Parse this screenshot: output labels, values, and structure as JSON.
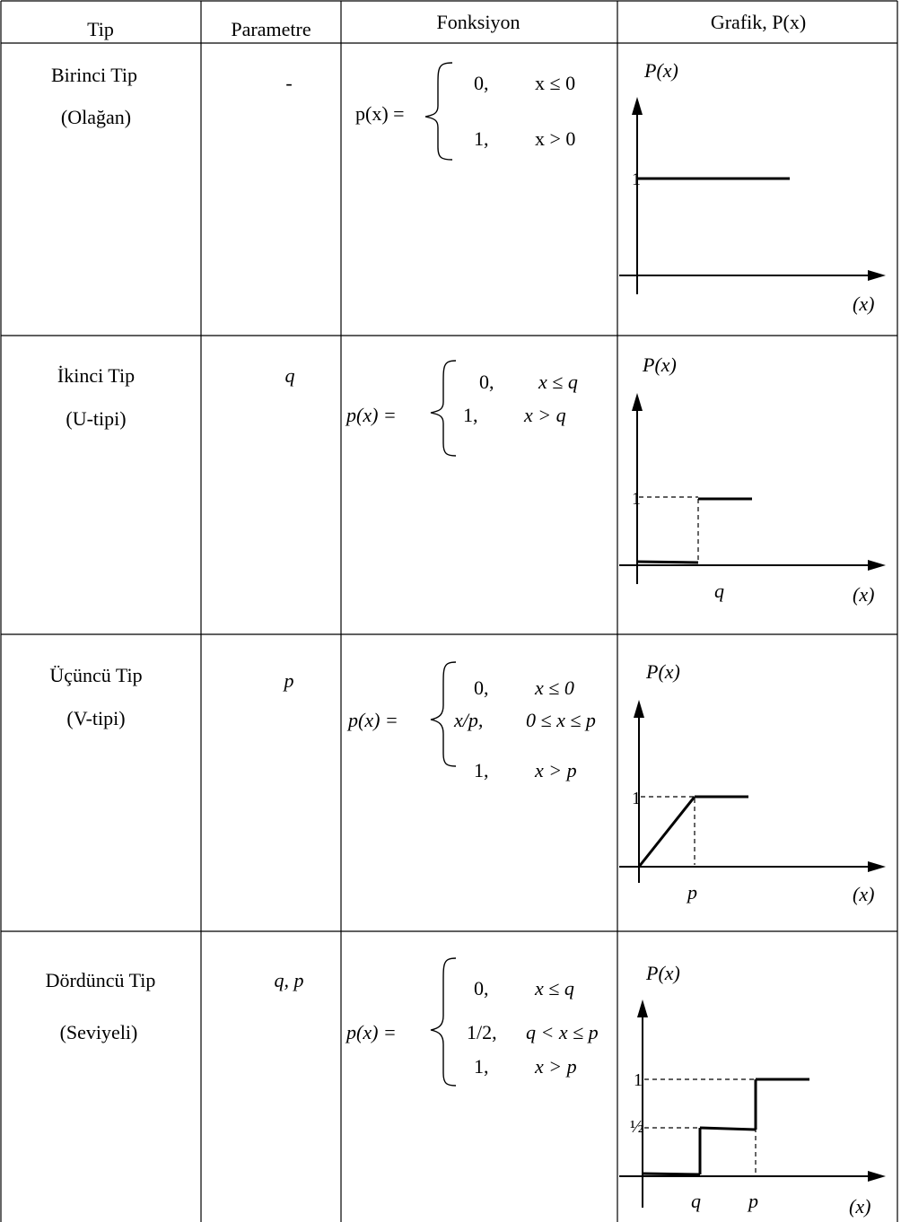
{
  "header": {
    "tip": "Tip",
    "parametre": "Parametre",
    "fonksiyon": "Fonksiyon",
    "grafik": "Grafik, P(x)"
  },
  "rows": [
    {
      "name": "Birinci Tip",
      "subtype": "(Olağan)",
      "parameter": "-",
      "lhs": "p(x) =",
      "cases": [
        {
          "value": "0,",
          "condition": "x ≤ 0"
        },
        {
          "value": "1,",
          "condition": "x > 0"
        }
      ],
      "graph": {
        "y_label": "P(x)",
        "x_label": "(x)",
        "one_label": "1",
        "half_label": ""
      }
    },
    {
      "name": "İkinci Tip",
      "subtype": "(U-tipi)",
      "parameter": "q",
      "lhs": "p(x) =",
      "cases": [
        {
          "value": "0,",
          "condition": "x ≤ q"
        },
        {
          "value": "1,",
          "condition": "x > q"
        }
      ],
      "graph": {
        "y_label": "P(x)",
        "x_label": "(x)",
        "one_label": "1",
        "q_label": "q"
      }
    },
    {
      "name": "Üçüncü Tip",
      "subtype": "(V-tipi)",
      "parameter": "p",
      "lhs": "p(x) =",
      "cases": [
        {
          "value": "0,",
          "condition": "x ≤ 0"
        },
        {
          "value": "x/p,",
          "condition": "0 ≤ x ≤ p"
        },
        {
          "value": "1,",
          "condition": "x > p"
        }
      ],
      "graph": {
        "y_label": "P(x)",
        "x_label": "(x)",
        "one_label": "1",
        "p_label": "p"
      }
    },
    {
      "name": "Dördüncü Tip",
      "subtype": "(Seviyeli)",
      "parameter": "q, p",
      "lhs": "p(x) =",
      "cases": [
        {
          "value": "0,",
          "condition": "x ≤ q"
        },
        {
          "value": "1/2,",
          "condition": "q < x ≤ p"
        },
        {
          "value": "1,",
          "condition": "x > p"
        }
      ],
      "graph": {
        "y_label": "P(x)",
        "x_label": "(x)",
        "one_label": "1",
        "half_label": "½",
        "q_label": "q",
        "p_label": "p"
      }
    }
  ]
}
